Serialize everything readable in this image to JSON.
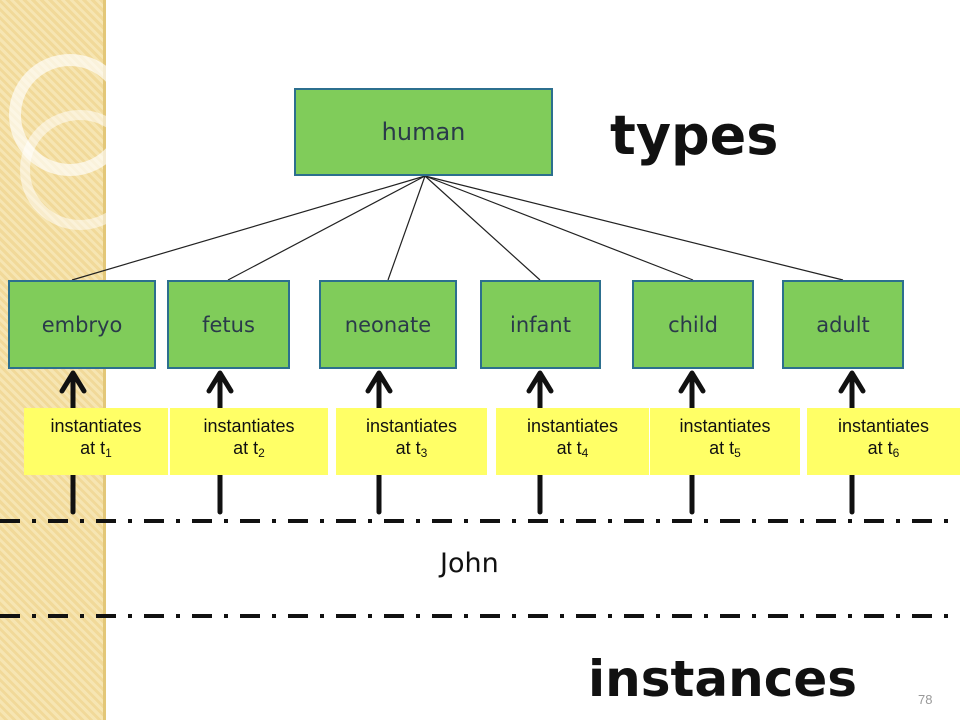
{
  "root": {
    "label": "human"
  },
  "types_label": "types",
  "instances_label": "instances",
  "children": [
    {
      "label": "embryo",
      "relation": "instantiates",
      "time": "at t",
      "sub": "1"
    },
    {
      "label": "fetus",
      "relation": "instantiates",
      "time": "at t",
      "sub": "2"
    },
    {
      "label": "neonate",
      "relation": "instantiates",
      "time": "at t",
      "sub": "3"
    },
    {
      "label": "infant",
      "relation": "instantiates",
      "time": "at t",
      "sub": "4"
    },
    {
      "label": "child",
      "relation": "instantiates",
      "time": "at t",
      "sub": "5"
    },
    {
      "label": "adult",
      "relation": "instantiates",
      "time": "at t",
      "sub": "6"
    }
  ],
  "instance": {
    "label": "John"
  },
  "page_number": "78",
  "colors": {
    "box_fill": "#80cc5a",
    "box_border": "#2c6f8e",
    "label_fill": "#ffff66",
    "arrow": "#111111"
  }
}
